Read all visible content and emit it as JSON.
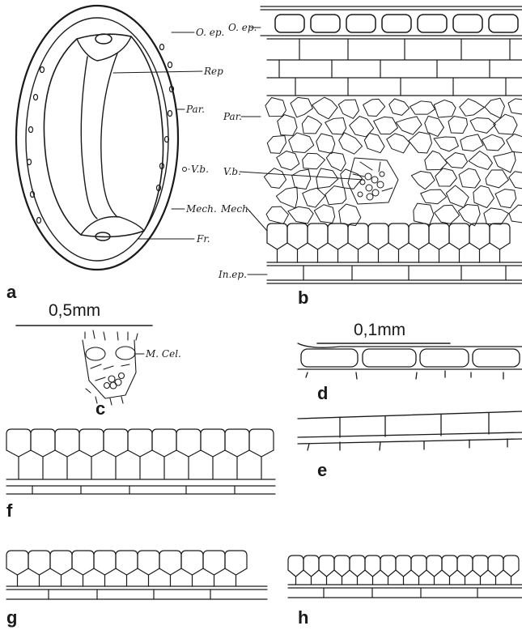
{
  "figure": {
    "panels": {
      "a": "a",
      "b": "b",
      "c": "c",
      "d": "d",
      "e": "e",
      "f": "f",
      "g": "g",
      "h": "h"
    },
    "scale_bars": {
      "left": "0,5mm",
      "right": "0,1mm"
    },
    "labels_a": {
      "outer_epidermis": "O. ep.",
      "replum": "Rep",
      "parenchyma": "Par.",
      "vascular_bundle": "V.b.",
      "mechanical": "Mech.",
      "fruit": "Fr."
    },
    "labels_b": {
      "inner_epidermis": "In.ep."
    },
    "labels_c": {
      "mechanical_cells": "M. Cel."
    },
    "colors": {
      "ink": "#1a1a1a",
      "background": "#ffffff"
    }
  }
}
